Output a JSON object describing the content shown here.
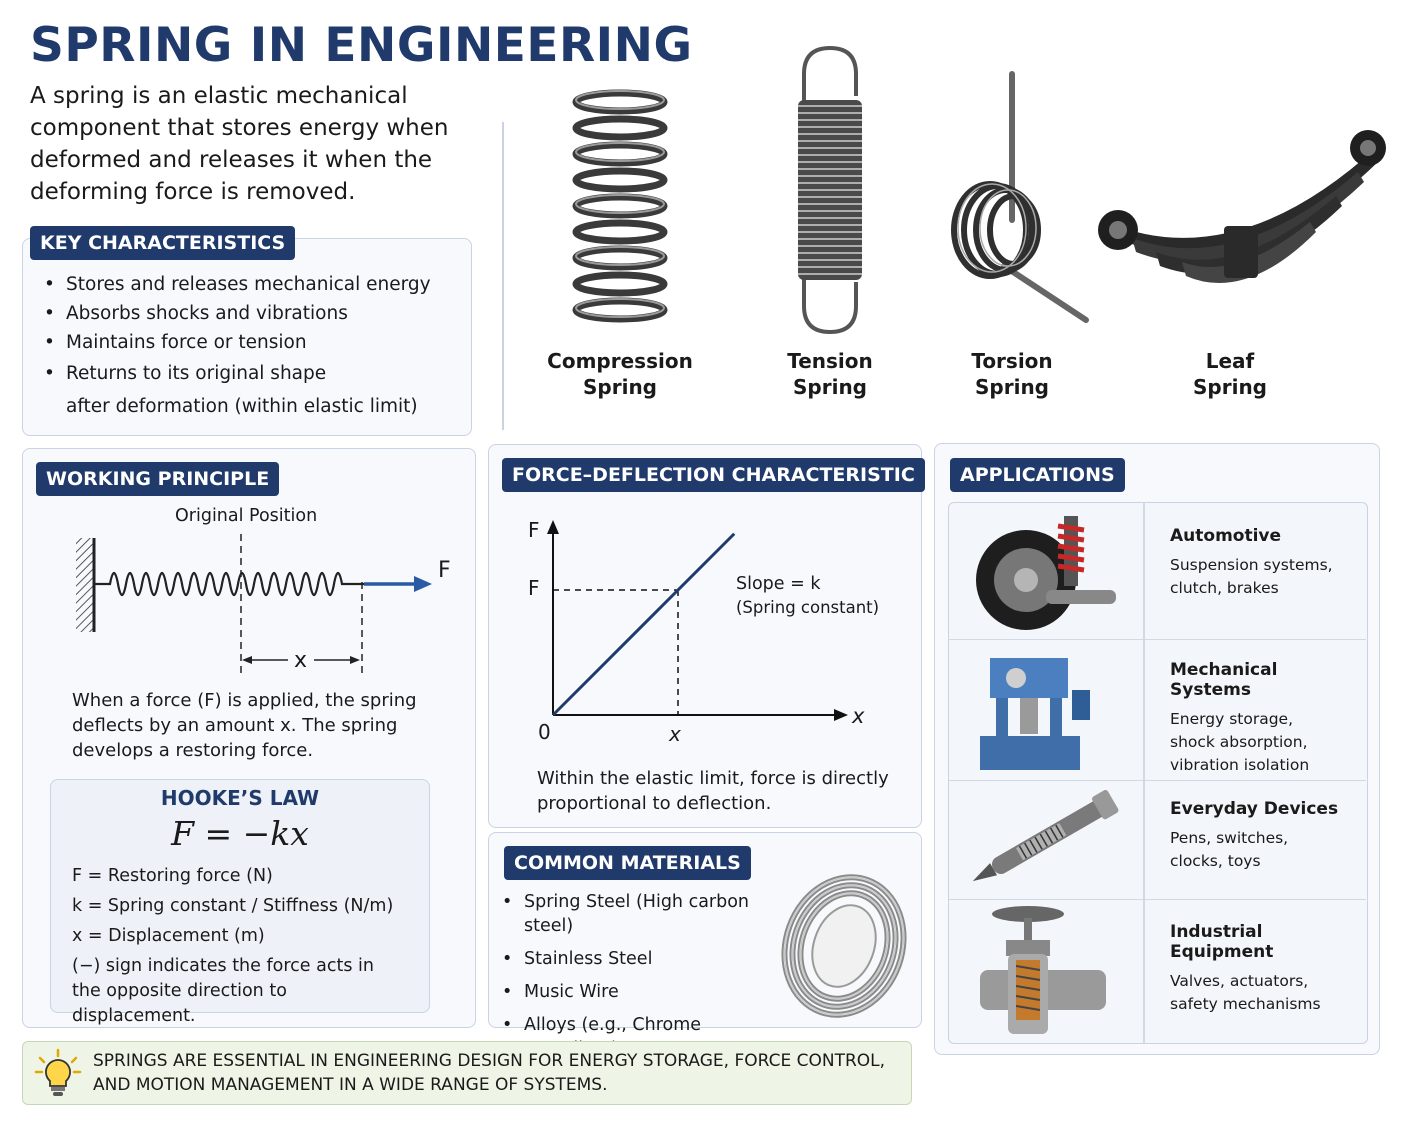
{
  "title": "SPRING IN ENGINEERING",
  "intro": "A spring is an elastic mechanical component that stores energy when deformed and releases it when the deforming force is removed.",
  "key_characteristics": {
    "heading": "KEY CHARACTERISTICS",
    "items": [
      "Stores and releases mechanical energy",
      "Absorbs shocks and vibrations",
      "Maintains force or tension",
      "Returns to its original shape",
      "after deformation (within elastic limit)"
    ]
  },
  "spring_types": [
    {
      "line1": "Compression",
      "line2": "Spring",
      "icon": "compression-spring-icon"
    },
    {
      "line1": "Tension",
      "line2": "Spring",
      "icon": "tension-spring-icon"
    },
    {
      "line1": "Torsion",
      "line2": "Spring",
      "icon": "torsion-spring-icon"
    },
    {
      "line1": "Leaf",
      "line2": "Spring",
      "icon": "leaf-spring-icon"
    }
  ],
  "working_principle": {
    "heading": "WORKING PRINCIPLE",
    "original_position": "Original Position",
    "force_label": "F",
    "x_label": "x",
    "description": "When a force (F) is applied, the spring deflects by an amount x. The spring develops a restoring force."
  },
  "hookes_law": {
    "heading": "HOOKE’S LAW",
    "equation": "F = −kx",
    "defs": [
      "F = Restoring force (N)",
      "k = Spring constant / Stiffness (N/m)",
      "x = Displacement (m)",
      "(−) sign indicates the force acts in the opposite direction to displacement."
    ]
  },
  "force_deflection": {
    "heading": "FORCE–DEFLECTION CHARACTERISTIC",
    "y_axis": "F",
    "x_axis": "x",
    "origin": "0",
    "f_tick": "F",
    "x_tick": "x",
    "slope_label": "Slope = k",
    "slope_sub": "(Spring constant)",
    "caption": "Within the elastic limit, force is directly proportional to deflection."
  },
  "chart_data": {
    "type": "line",
    "title": "FORCE–DEFLECTION CHARACTERISTIC",
    "xlabel": "x",
    "ylabel": "F",
    "series": [
      {
        "x": [
          0,
          1.45
        ],
        "y": [
          0,
          1.45
        ]
      }
    ],
    "marked_point": {
      "x": 1,
      "y": 1
    },
    "xlim": [
      0,
      2.4
    ],
    "ylim": [
      0,
      1.6
    ],
    "annotation": "Slope = k (Spring constant)"
  },
  "materials": {
    "heading": "COMMON MATERIALS",
    "items": [
      "Spring Steel (High carbon steel)",
      "Stainless Steel",
      "Music Wire",
      "Alloys (e.g., Chrome Vanadium)"
    ]
  },
  "applications": {
    "heading": "APPLICATIONS",
    "items": [
      {
        "title": "Automotive",
        "desc1": "Suspension systems,",
        "desc2": "clutch, brakes",
        "desc3": "",
        "icon": "wheel-suspension-icon"
      },
      {
        "title": "Mechanical Systems",
        "desc1": "Energy storage,",
        "desc2": "shock absorption,",
        "desc3": "vibration isolation",
        "icon": "press-machine-icon"
      },
      {
        "title": "Everyday Devices",
        "desc1": "Pens, switches,",
        "desc2": "clocks, toys",
        "desc3": "",
        "icon": "pen-icon"
      },
      {
        "title": "Industrial Equipment",
        "desc1": "Valves, actuators,",
        "desc2": "safety mechanisms",
        "desc3": "",
        "icon": "valve-icon"
      }
    ]
  },
  "footer": {
    "line1": "SPRINGS ARE ESSENTIAL IN ENGINEERING DESIGN FOR ENERGY STORAGE, FORCE CONTROL,",
    "line2": "AND MOTION MANAGEMENT IN A WIDE RANGE OF SYSTEMS.",
    "icon": "lightbulb-icon"
  },
  "colors": {
    "navy": "#1f3a6b",
    "arrow_blue": "#2a5aa3",
    "footer_bg": "#eef5e6"
  }
}
